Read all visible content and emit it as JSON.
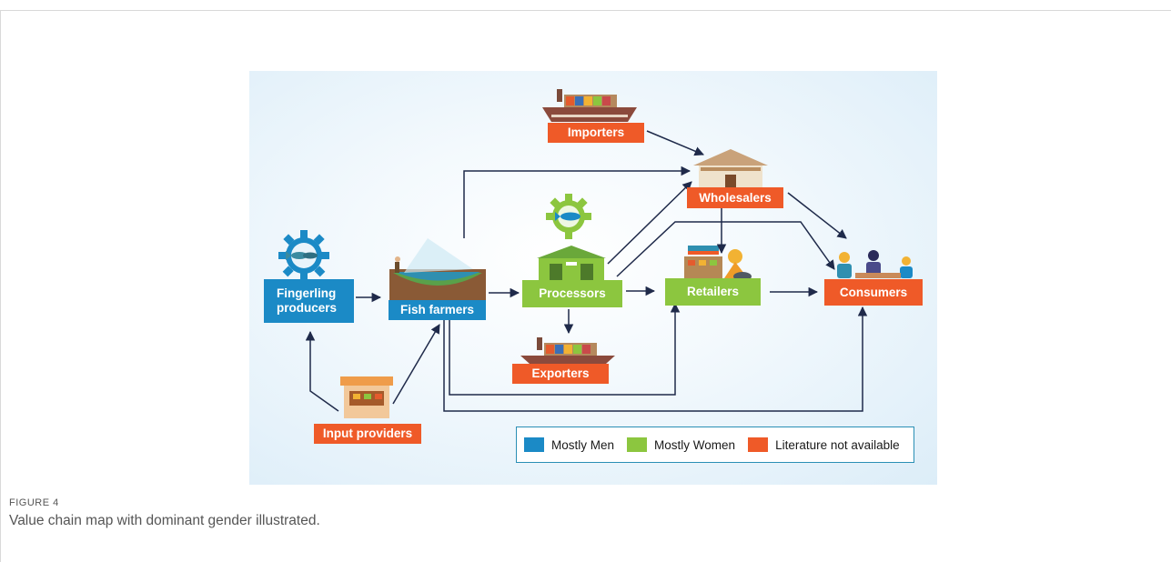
{
  "figure": {
    "label": "FIGURE 4",
    "caption": "Value chain map with dominant gender illustrated."
  },
  "nodes": {
    "fingerling_producers": {
      "label": "Fingerling\nproducers",
      "group": "mostly_men"
    },
    "fish_farmers": {
      "label": "Fish farmers",
      "group": "mostly_men"
    },
    "processors": {
      "label": "Processors",
      "group": "mostly_women"
    },
    "retailers": {
      "label": "Retailers",
      "group": "mostly_women"
    },
    "importers": {
      "label": "Importers",
      "group": "literature_not_available"
    },
    "wholesalers": {
      "label": "Wholesalers",
      "group": "literature_not_available"
    },
    "exporters": {
      "label": "Exporters",
      "group": "literature_not_available"
    },
    "consumers": {
      "label": "Consumers",
      "group": "literature_not_available"
    },
    "input_providers": {
      "label": "Input providers",
      "group": "literature_not_available"
    }
  },
  "legend": {
    "mostly_men": {
      "label": "Mostly Men",
      "color": "#1b8ac6"
    },
    "mostly_women": {
      "label": "Mostly Women",
      "color": "#8cc63f"
    },
    "literature_not_available": {
      "label": "Literature not available",
      "color": "#ef5a28"
    }
  },
  "edges": [
    {
      "from": "fingerling_producers",
      "to": "fish_farmers"
    },
    {
      "from": "input_providers",
      "to": "fingerling_producers"
    },
    {
      "from": "input_providers",
      "to": "fish_farmers"
    },
    {
      "from": "fish_farmers",
      "to": "processors"
    },
    {
      "from": "fish_farmers",
      "to": "wholesalers"
    },
    {
      "from": "fish_farmers",
      "to": "retailers"
    },
    {
      "from": "fish_farmers",
      "to": "consumers"
    },
    {
      "from": "processors",
      "to": "retailers"
    },
    {
      "from": "processors",
      "to": "wholesalers"
    },
    {
      "from": "processors",
      "to": "exporters"
    },
    {
      "from": "processors",
      "to": "consumers"
    },
    {
      "from": "importers",
      "to": "wholesalers"
    },
    {
      "from": "wholesalers",
      "to": "retailers"
    },
    {
      "from": "wholesalers",
      "to": "consumers"
    },
    {
      "from": "retailers",
      "to": "consumers"
    }
  ],
  "colors": {
    "arrow": "#1f2a4a",
    "accent_blue": "#1b8ac6",
    "accent_green": "#8cc63f",
    "accent_orange": "#ef5a28"
  }
}
